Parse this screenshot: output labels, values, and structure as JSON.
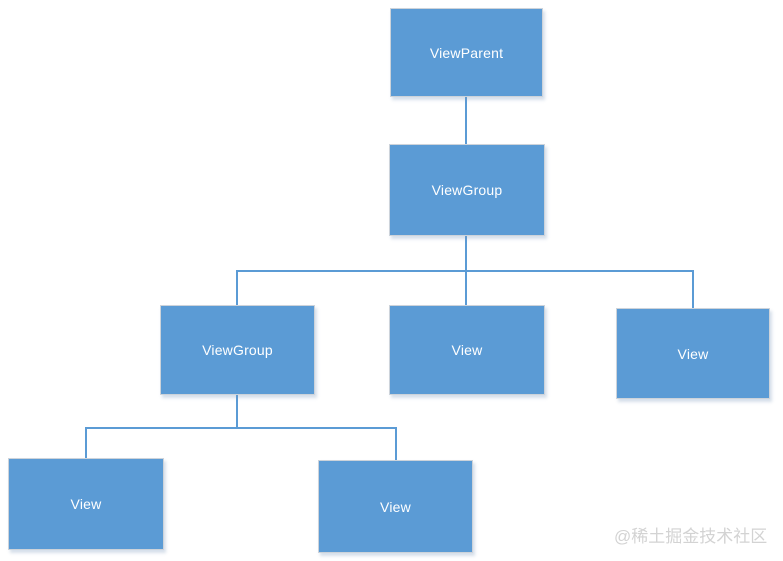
{
  "diagram": {
    "type": "tree",
    "description": "View hierarchy tree diagram",
    "nodes": [
      {
        "id": "viewparent",
        "label": "ViewParent",
        "level": 1
      },
      {
        "id": "viewgroup-root",
        "label": "ViewGroup",
        "level": 2
      },
      {
        "id": "viewgroup-child",
        "label": "ViewGroup",
        "level": 3
      },
      {
        "id": "view-middle",
        "label": "View",
        "level": 3
      },
      {
        "id": "view-right",
        "label": "View",
        "level": 3
      },
      {
        "id": "view-bottom-left",
        "label": "View",
        "level": 4
      },
      {
        "id": "view-bottom-right",
        "label": "View",
        "level": 4
      }
    ],
    "edges": [
      {
        "from": "viewparent",
        "to": "viewgroup-root"
      },
      {
        "from": "viewgroup-root",
        "to": "viewgroup-child"
      },
      {
        "from": "viewgroup-root",
        "to": "view-middle"
      },
      {
        "from": "viewgroup-root",
        "to": "view-right"
      },
      {
        "from": "viewgroup-child",
        "to": "view-bottom-left"
      },
      {
        "from": "viewgroup-child",
        "to": "view-bottom-right"
      }
    ],
    "colors": {
      "node_fill": "#5b9bd5",
      "node_border": "#cdd3da",
      "node_text": "#ffffff",
      "connector": "#5b9bd5",
      "background": "#ffffff",
      "watermark_text": "#d3d3d3"
    }
  },
  "watermark": {
    "label": "@稀土掘金技术社区"
  }
}
